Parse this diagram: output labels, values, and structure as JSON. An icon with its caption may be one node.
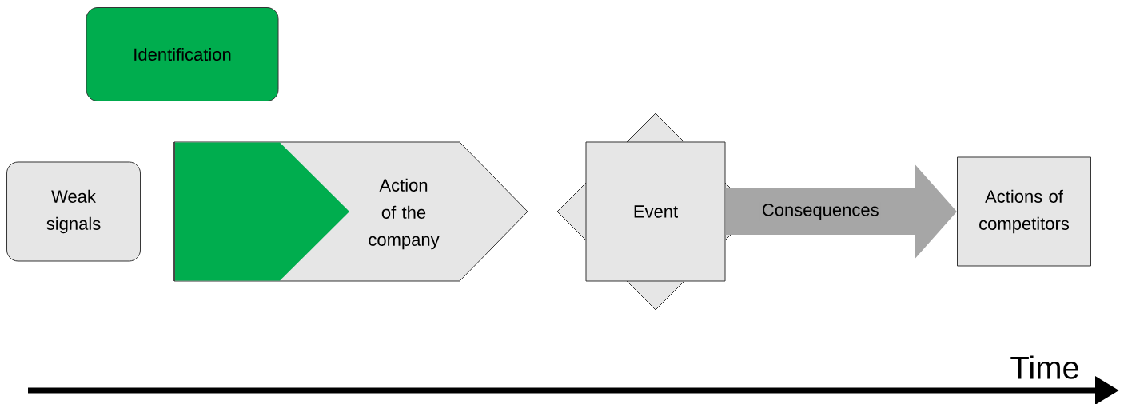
{
  "diagram": {
    "nodes": [
      {
        "text": [
          "Identification"
        ]
      },
      {
        "text": [
          "Weak signals"
        ]
      },
      {
        "text": [
          "Action of the company"
        ]
      },
      {
        "text": [
          "Event"
        ]
      },
      {
        "text": [
          "Actions of competitors"
        ]
      }
    ],
    "edges": [
      {
        "from": 3,
        "to": 4,
        "arrow": "to",
        "label": "Consequences"
      }
    ],
    "labels": [
      "Time"
    ]
  }
}
